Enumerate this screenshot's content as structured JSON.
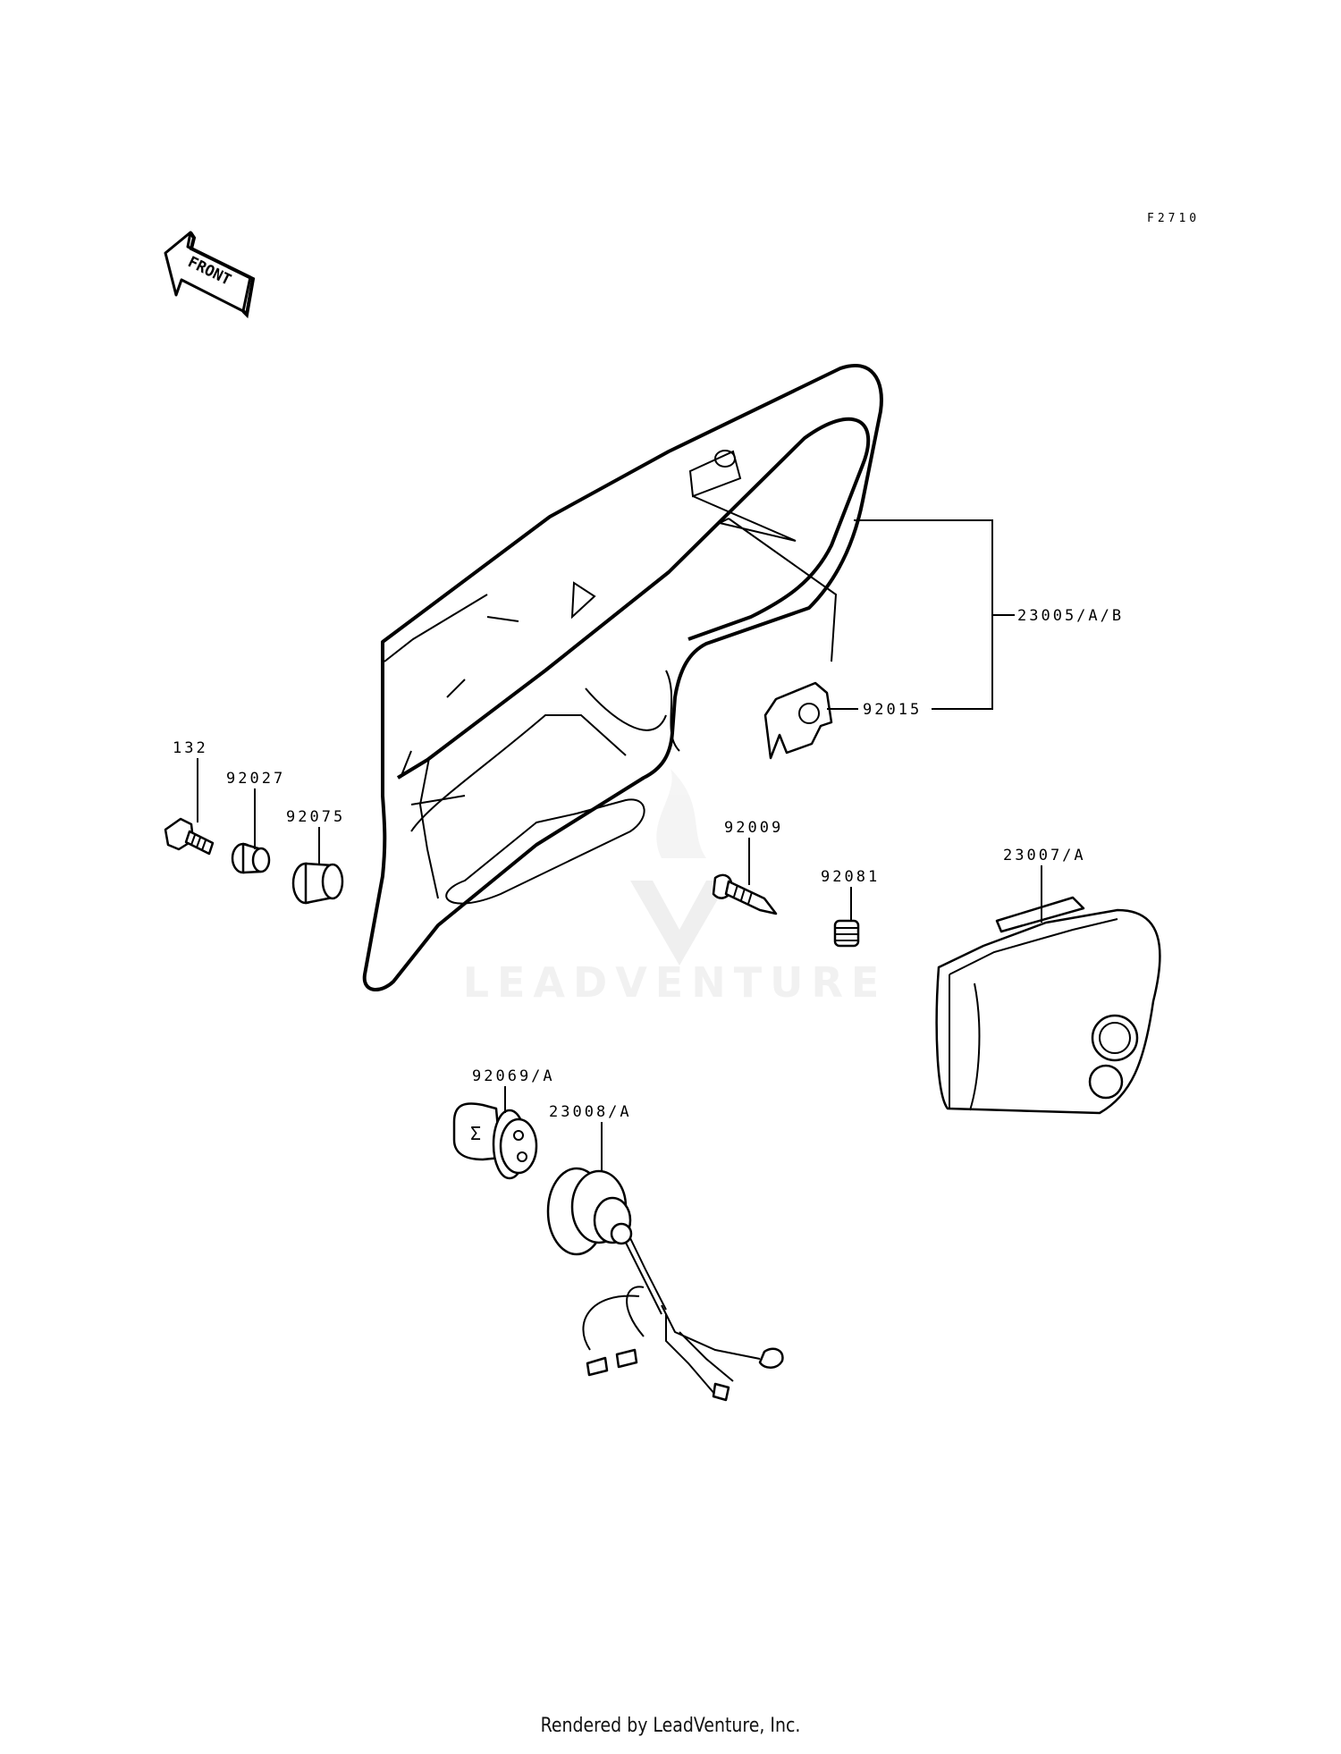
{
  "diagram": {
    "code": "F2710",
    "front_label": "FRONT",
    "watermark": "LEADVENTURE",
    "credit": "Rendered by LeadVenture, Inc.",
    "callouts": [
      {
        "id": "23005",
        "label": "23005/A/B"
      },
      {
        "id": "92015",
        "label": "92015"
      },
      {
        "id": "132",
        "label": "132"
      },
      {
        "id": "92027",
        "label": "92027"
      },
      {
        "id": "92075",
        "label": "92075"
      },
      {
        "id": "92009",
        "label": "92009"
      },
      {
        "id": "92081",
        "label": "92081"
      },
      {
        "id": "23007",
        "label": "23007/A"
      },
      {
        "id": "92069",
        "label": "92069/A"
      },
      {
        "id": "23008",
        "label": "23008/A"
      }
    ]
  }
}
